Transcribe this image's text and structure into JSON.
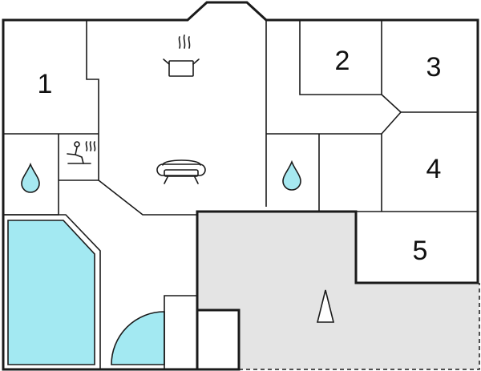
{
  "floorplan": {
    "rooms": [
      {
        "id": "room-1",
        "label": "1"
      },
      {
        "id": "room-2",
        "label": "2"
      },
      {
        "id": "room-3",
        "label": "3"
      },
      {
        "id": "room-4",
        "label": "4"
      },
      {
        "id": "room-5",
        "label": "5"
      }
    ],
    "icons": [
      "cooking-pot-icon",
      "sofa-icon",
      "sauna-icon",
      "water-drop-icon",
      "north-arrow-icon"
    ],
    "colors": {
      "wall": "#1a1a1a",
      "pool": "#a3e9f2",
      "water_drop": "#a6e8f0",
      "terrace": "#e4e4e4",
      "background": "#ffffff"
    }
  }
}
